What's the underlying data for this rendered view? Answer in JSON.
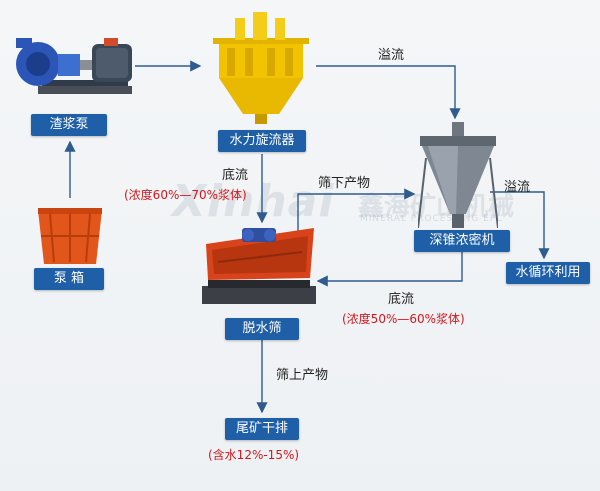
{
  "watermark": {
    "brand": "Xinhai",
    "cn": "鑫海矿山机械",
    "en": "MINERAL PROCESSING EPC"
  },
  "nodes": {
    "slurry_pump": "渣浆泵",
    "pump_box": "泵 箱",
    "hydrocyclone": "水力旋流器",
    "thickener": "深锥浓密机",
    "dewatering_screen": "脱水筛",
    "water_recycle": "水循环利用",
    "tailings_dry": "尾矿干排"
  },
  "flows": {
    "overflow_1": "溢流",
    "underflow_1": "底流",
    "underflow_1_note": "(浓度60%—70%浆体)",
    "undersize": "筛下产物",
    "overflow_2": "溢流",
    "underflow_2": "底流",
    "underflow_2_note": "(浓度50%—60%浆体)",
    "oversize": "筛上产物",
    "tailings_note": "(含水12%-15%)"
  },
  "colors": {
    "box": "#1f5fa8",
    "arrow": "#2f5b8f",
    "note": "#d4171d"
  }
}
